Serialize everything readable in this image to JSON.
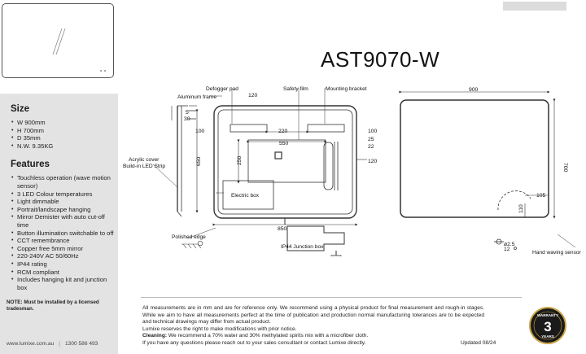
{
  "product": {
    "model": "AST9070-W"
  },
  "sidebar": {
    "size_heading": "Size",
    "size_items": [
      "W 900mm",
      "H 700mm",
      "D 35mm",
      "N.W. 9.35KG"
    ],
    "features_heading": "Features",
    "features_items": [
      "Touchless operation (wave motion sensor)",
      "3 LED Colour temperatures",
      "Light dimmable",
      "Portrait/landscape hanging",
      "Mirror Demister with auto cut-off time",
      "Button illumination switchable to off",
      "CCT remembrance",
      "Copper free 5mm mirror",
      "220-240V AC 50/60Hz",
      "IP44 rating",
      "RCM compliant",
      "Includes hanging kit and junction box"
    ],
    "note": "NOTE: Must be installed by a licensed tradesman.",
    "website": "www.lumixe.com.au",
    "phone": "1300 586 493"
  },
  "drawing": {
    "labels": {
      "defogger_pad": "Defogger pad",
      "safety_film": "Safety film",
      "mounting_bracket": "Mounting bracket",
      "aluminum_frame": "Aluminum frame",
      "acrylic_cover": "Acrylic cover",
      "led_strip": "Build-in LED Strip",
      "electric_box": "Electric box",
      "polished_edge": "Polished edge",
      "junction_box": "IP44 Junction box",
      "hand_sensor": "Hand waving sensor"
    },
    "dims": {
      "d5": "5",
      "d30": "30",
      "d120_top": "120",
      "d550": "550",
      "d220": "220",
      "d100_left": "100",
      "d100_right": "100",
      "d25": "25",
      "d22": "22",
      "d650": "650",
      "d250": "250",
      "d120_right": "120",
      "d850": "850",
      "d900": "900",
      "d700": "700",
      "d105": "105",
      "d110": "110",
      "d25_circle": "⌀2.5",
      "d12": "12"
    }
  },
  "notes": {
    "line1": "All measurements are in mm and are for reference only.  We recommend using a physical product for final measurement and rough-in stages.  While we aim to have all measurements perfect at the time of publication and production normal manufacturing tolerances are to be expected and technical drawings may differ from actual product.",
    "line2": "Lumixe reserves the right to make modifications with prior notice.",
    "cleaning_label": "Cleaning:",
    "cleaning_text": " We recommend a 70% water and 30% methylated spirits mix with a microfiber cloth.",
    "line4": "If you have any questions please reach out to your sales consultant or contact Lumixe directly.",
    "updated": "Updated 08/24"
  },
  "warranty": {
    "top": "WARRANTY",
    "number": "3",
    "bottom": "YEARS"
  },
  "colors": {
    "panel": "#e3e3e3",
    "line": "#333333",
    "badge": "#1a1a1a",
    "gold": "#c9a44a"
  }
}
